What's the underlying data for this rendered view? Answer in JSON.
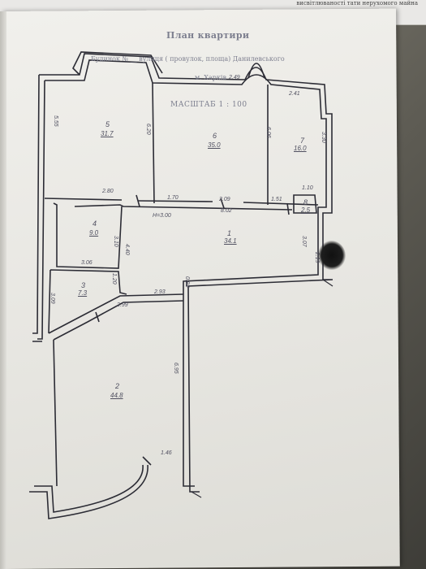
{
  "header_text": "висвітлюваності тати нерухомого майна",
  "title": "План квартири",
  "address": "Будинок № __ вулиця ( провулок, площа) Данилевського",
  "city": "м. Харків",
  "scale": "МАСШТАБ  1 : 100",
  "rooms": [
    {
      "number": "1",
      "area": "34.1"
    },
    {
      "number": "2",
      "area": "44.8"
    },
    {
      "number": "3",
      "area": "7.3"
    },
    {
      "number": "4",
      "area": "9.0"
    },
    {
      "number": "5",
      "area": "31.7"
    },
    {
      "number": "6",
      "area": "35.0"
    },
    {
      "number": "7",
      "area": "16.0"
    },
    {
      "number": "8",
      "area": "2.5"
    }
  ],
  "ceiling_height": "H=3.00",
  "dimensions": {
    "d_5_left": "5.55",
    "d_5_right": "6.20",
    "d_5_bottom": "2.80",
    "d_6_right": "6.06",
    "d_6_bottom": "1.70",
    "d_bay_top": "2.49",
    "d_7_top": "2.41",
    "d_7_right": "3.30",
    "d_7_bottom": "1.10",
    "d_corr_a": "2.09",
    "d_corr_b": "8.02",
    "d_corr_c": "1.51",
    "d_4_right": "3.10",
    "d_4_bottom": "3.06",
    "d_1_left": "4.40",
    "d_1_right": "3.07",
    "d_1_small": "2.19",
    "d_3_left": "3.09",
    "d_3_right": "1.20",
    "d_hall_a": "2.93",
    "d_hall_b": "2.99",
    "d_hall_c": "0.93",
    "d_2_right": "6.95",
    "d_2_bottom": "1.46"
  }
}
